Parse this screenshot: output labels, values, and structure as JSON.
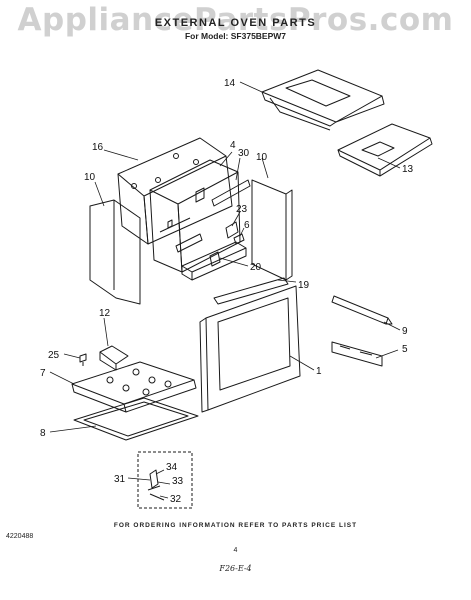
{
  "watermark": "AppliancePartsPros.com",
  "title": "EXTERNAL OVEN PARTS",
  "model_line": "For Model: SF375BEPW7",
  "footer_note": "FOR ORDERING INFORMATION REFER TO PARTS PRICE LIST",
  "doc_number": "4220488",
  "page_number": "4",
  "figure_ref": "F26-E-4",
  "callouts": {
    "c1": "1",
    "c4": "4",
    "c5": "5",
    "c6": "6",
    "c7": "7",
    "c8": "8",
    "c9": "9",
    "c10a": "10",
    "c10b": "10",
    "c12": "12",
    "c13": "13",
    "c14": "14",
    "c16": "16",
    "c19": "19",
    "c20": "20",
    "c23": "23",
    "c25": "25",
    "c30": "30",
    "c31": "31",
    "c32": "32",
    "c33": "33",
    "c34": "34"
  }
}
